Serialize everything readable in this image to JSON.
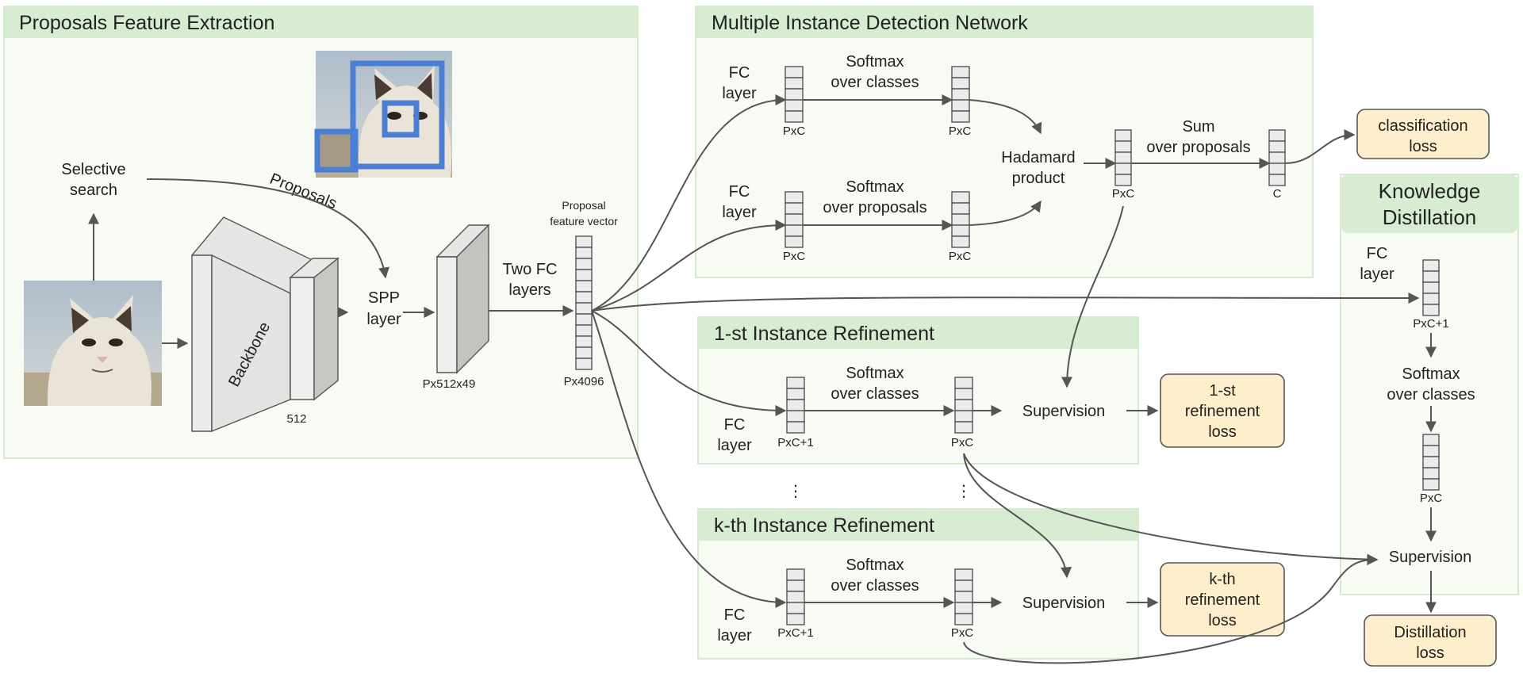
{
  "panels": {
    "feature_extraction": "Proposals Feature Extraction",
    "midn": "Multiple Instance Detection Network",
    "refine_1": "1-st Instance Refinement",
    "refine_k": "k-th Instance Refinement",
    "kd": {
      "line1": "Knowledge",
      "line2": "Distillation"
    }
  },
  "feature": {
    "selective_search": {
      "line1": "Selective",
      "line2": "search"
    },
    "proposals": "Proposals",
    "backbone": "Backbone",
    "backbone_dim": "512",
    "spp": {
      "line1": "SPP",
      "line2": "layer"
    },
    "spp_dim": "Px512x49",
    "two_fc": {
      "line1": "Two FC",
      "line2": "layers"
    },
    "feature_vector": {
      "line1": "Proposal",
      "line2": "feature vector"
    },
    "feature_dim": "Px4096"
  },
  "midn": {
    "fc_layer": {
      "line1": "FC",
      "line2": "layer"
    },
    "softmax_classes": {
      "line1": "Softmax",
      "line2": "over classes"
    },
    "softmax_proposals": {
      "line1": "Softmax",
      "line2": "over proposals"
    },
    "hadamard": {
      "line1": "Hadamard",
      "line2": "product"
    },
    "sum": {
      "line1": "Sum",
      "line2": "over proposals"
    },
    "dim_pxc": "PxC",
    "dim_c": "C"
  },
  "refine": {
    "fc_layer": {
      "line1": "FC",
      "line2": "layer"
    },
    "softmax_classes": {
      "line1": "Softmax",
      "line2": "over classes"
    },
    "supervision": "Supervision",
    "dim_in": "PxC+1",
    "dim_out": "PxC",
    "ellipsis": "⋮"
  },
  "kd": {
    "fc_layer": {
      "line1": "FC",
      "line2": "layer"
    },
    "dim_in": "PxC+1",
    "softmax_classes": {
      "line1": "Softmax",
      "line2": "over classes"
    },
    "dim_out": "PxC",
    "supervision": "Supervision"
  },
  "losses": {
    "classification": {
      "line1": "classification",
      "line2": "loss"
    },
    "refine_1": {
      "line1": "1-st",
      "line2": "refinement",
      "line3": "loss"
    },
    "refine_k": {
      "line1": "k-th",
      "line2": "refinement",
      "line3": "loss"
    },
    "distillation": {
      "line1": "Distillation",
      "line2": "loss"
    }
  },
  "colors": {
    "panel_header": "#d8ecd2",
    "panel_body": "#f7fbf4",
    "loss_fill": "#fdefcc",
    "detection_box": "#4a7fd4",
    "arrow": "#555555"
  },
  "icons": {
    "input_image": "cat-photo-icon",
    "proposals_image": "cat-proposals-photo-icon"
  }
}
